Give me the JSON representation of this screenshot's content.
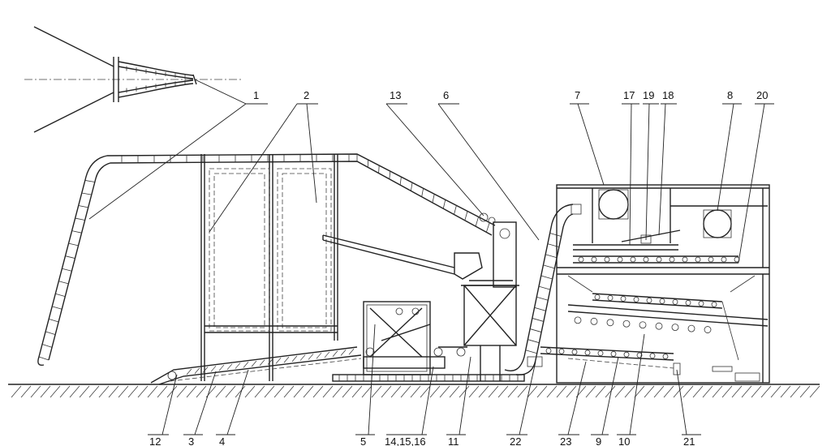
{
  "diagram": {
    "callouts": [
      {
        "id": "c1",
        "text": "1"
      },
      {
        "id": "c2",
        "text": "2"
      },
      {
        "id": "c13",
        "text": "13"
      },
      {
        "id": "c6",
        "text": "6"
      },
      {
        "id": "c7",
        "text": "7"
      },
      {
        "id": "c17",
        "text": "17"
      },
      {
        "id": "c19",
        "text": "19"
      },
      {
        "id": "c18",
        "text": "18"
      },
      {
        "id": "c8",
        "text": "8"
      },
      {
        "id": "c20",
        "text": "20"
      },
      {
        "id": "c12",
        "text": "12"
      },
      {
        "id": "c3",
        "text": "3"
      },
      {
        "id": "c4",
        "text": "4"
      },
      {
        "id": "c5",
        "text": "5"
      },
      {
        "id": "c141516",
        "text": "14,15,16"
      },
      {
        "id": "c11",
        "text": "11"
      },
      {
        "id": "c22",
        "text": "22"
      },
      {
        "id": "c23",
        "text": "23"
      },
      {
        "id": "c9",
        "text": "9"
      },
      {
        "id": "c10",
        "text": "10"
      },
      {
        "id": "c21",
        "text": "21"
      }
    ],
    "colors": {
      "line": "#222222",
      "background": "#ffffff"
    }
  }
}
